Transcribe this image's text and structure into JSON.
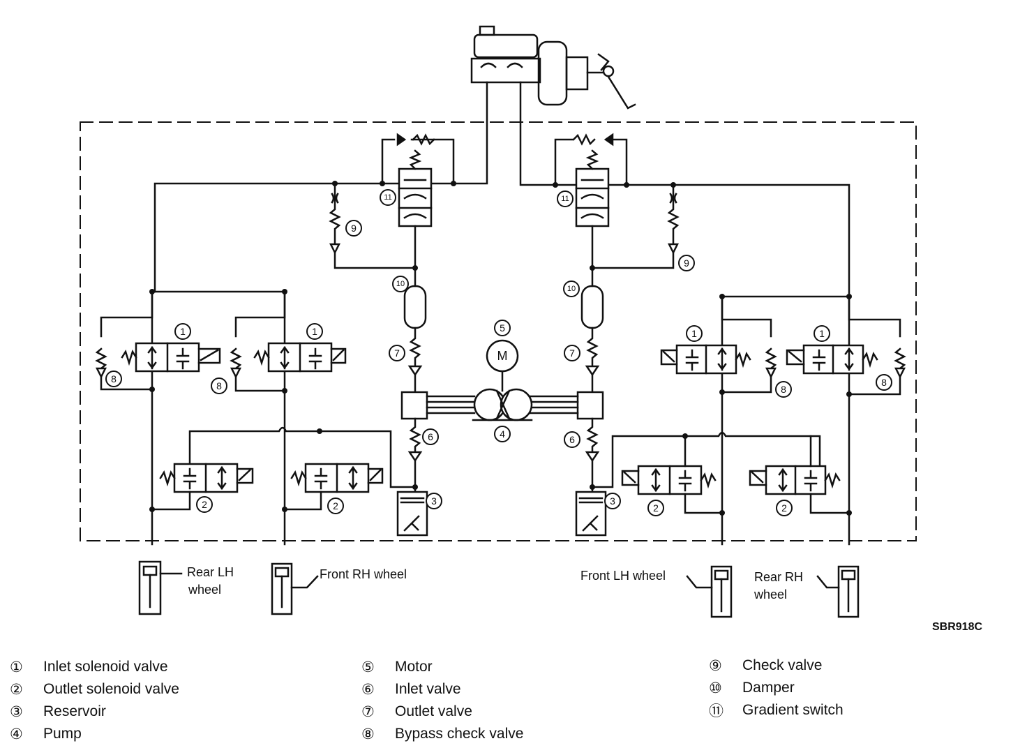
{
  "diagram": {
    "code": "SBR918C",
    "wheels": {
      "rear_lh_1": "Rear LH",
      "rear_lh_2": "wheel",
      "front_rh": "Front RH wheel",
      "front_lh": "Front LH wheel",
      "rear_rh_1": "Rear RH",
      "rear_rh_2": "wheel"
    },
    "markers": {
      "m1": "1",
      "m2": "2",
      "m3": "3",
      "m4": "4",
      "m5": "5",
      "m6": "6",
      "m7": "7",
      "m8": "8",
      "m9": "9",
      "m10": "10",
      "m11": "11",
      "motor_letter": "M"
    }
  },
  "legend": {
    "col1": [
      {
        "num": "①",
        "text": "Inlet solenoid valve"
      },
      {
        "num": "②",
        "text": "Outlet solenoid valve"
      },
      {
        "num": "③",
        "text": "Reservoir"
      },
      {
        "num": "④",
        "text": "Pump"
      }
    ],
    "col2": [
      {
        "num": "⑤",
        "text": "Motor"
      },
      {
        "num": "⑥",
        "text": "Inlet valve"
      },
      {
        "num": "⑦",
        "text": "Outlet valve"
      },
      {
        "num": "⑧",
        "text": "Bypass check valve"
      }
    ],
    "col3": [
      {
        "num": "⑨",
        "text": "Check valve"
      },
      {
        "num": "⑩",
        "text": "Damper"
      },
      {
        "num": "⑪",
        "text": "Gradient switch"
      }
    ]
  }
}
